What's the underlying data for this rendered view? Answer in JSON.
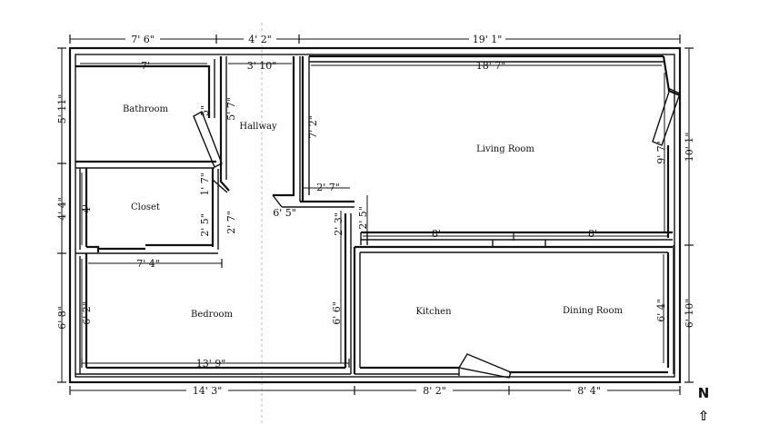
{
  "rooms": {
    "bathroom": "Bathroom",
    "hallway": "Hallway",
    "living_room": "Living Room",
    "closet": "Closet",
    "bedroom": "Bedroom",
    "kitchen": "Kitchen",
    "dining_room": "Dining Room"
  },
  "dimensions": {
    "top_1": "7' 6\"",
    "top_2": "4' 2\"",
    "top_3": "19' 1\"",
    "bath_width": "7'",
    "hall_width": "3' 10\"",
    "living_width": "18' 7\"",
    "bath_door": "5\"",
    "hall_len": "5' 7\"",
    "hall_notch": "7' 2\"",
    "living_right": "9' 7\"",
    "hall_step": "2' 7\"",
    "closet_door": "1' 7\"",
    "closet_height": "4'",
    "closet_low": "2' 5\"",
    "hall_low": "2' 7\"",
    "hall_wall": "6' 5\"",
    "living_low_a": "2' 3\"",
    "living_low_b": "2' 5\"",
    "counter_left": "8'",
    "counter_right": "8'",
    "closet_width": "7' 4\"",
    "bedroom_left": "6' 2\"",
    "bedroom_right": "6' 6\"",
    "bedroom_width": "13' 9\"",
    "dining_right": "6' 4\"",
    "left_1": "5' 11\"",
    "left_2": "4' 4\"",
    "left_3": "6' 8\"",
    "right_1": "10' 1\"",
    "right_2": "6' 10\"",
    "bottom_1": "14' 3\"",
    "bottom_2": "8' 2\"",
    "bottom_3": "8' 4\""
  },
  "compass": {
    "letter": "N",
    "arrow": "⇧"
  }
}
